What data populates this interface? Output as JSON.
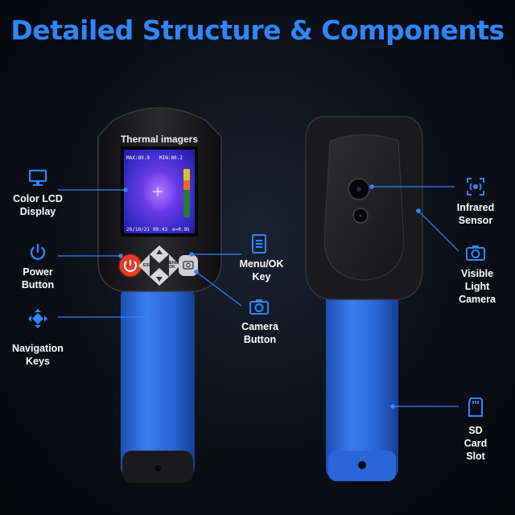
{
  "title": "Detailed Structure & Components",
  "device": {
    "heading": "Thermal imagers",
    "screen": {
      "max": "MAX:89.9",
      "min": "MIN:80.2",
      "date": "20/10/21",
      "time": "09:43",
      "emissivity": "e=0.95"
    },
    "keys": {
      "esc": "ESC",
      "menu": "MENU\nOK"
    }
  },
  "labels": {
    "lcd": "Color LCD\nDisplay",
    "power": "Power\nButton",
    "navigation": "Navigation\nKeys",
    "menu_ok": "Menu/OK\nKey",
    "camera_button": "Camera\nButton",
    "infrared": "Infrared\nSensor",
    "visible_camera": "Visible Light\nCamera",
    "sd_card": "SD Card\nSlot"
  },
  "icons": {
    "lcd": "monitor-icon",
    "power": "power-icon",
    "navigation": "dpad-icon",
    "menu_ok": "menu-icon",
    "camera_button": "camera-icon",
    "infrared": "infrared-sensor-icon",
    "visible_camera": "camera-icon",
    "sd_card": "sd-card-icon"
  },
  "colors": {
    "accent": "#2f86ff",
    "handle": "#2a66d8",
    "body": "#1c1c1e",
    "power_button": "#e0402b"
  }
}
